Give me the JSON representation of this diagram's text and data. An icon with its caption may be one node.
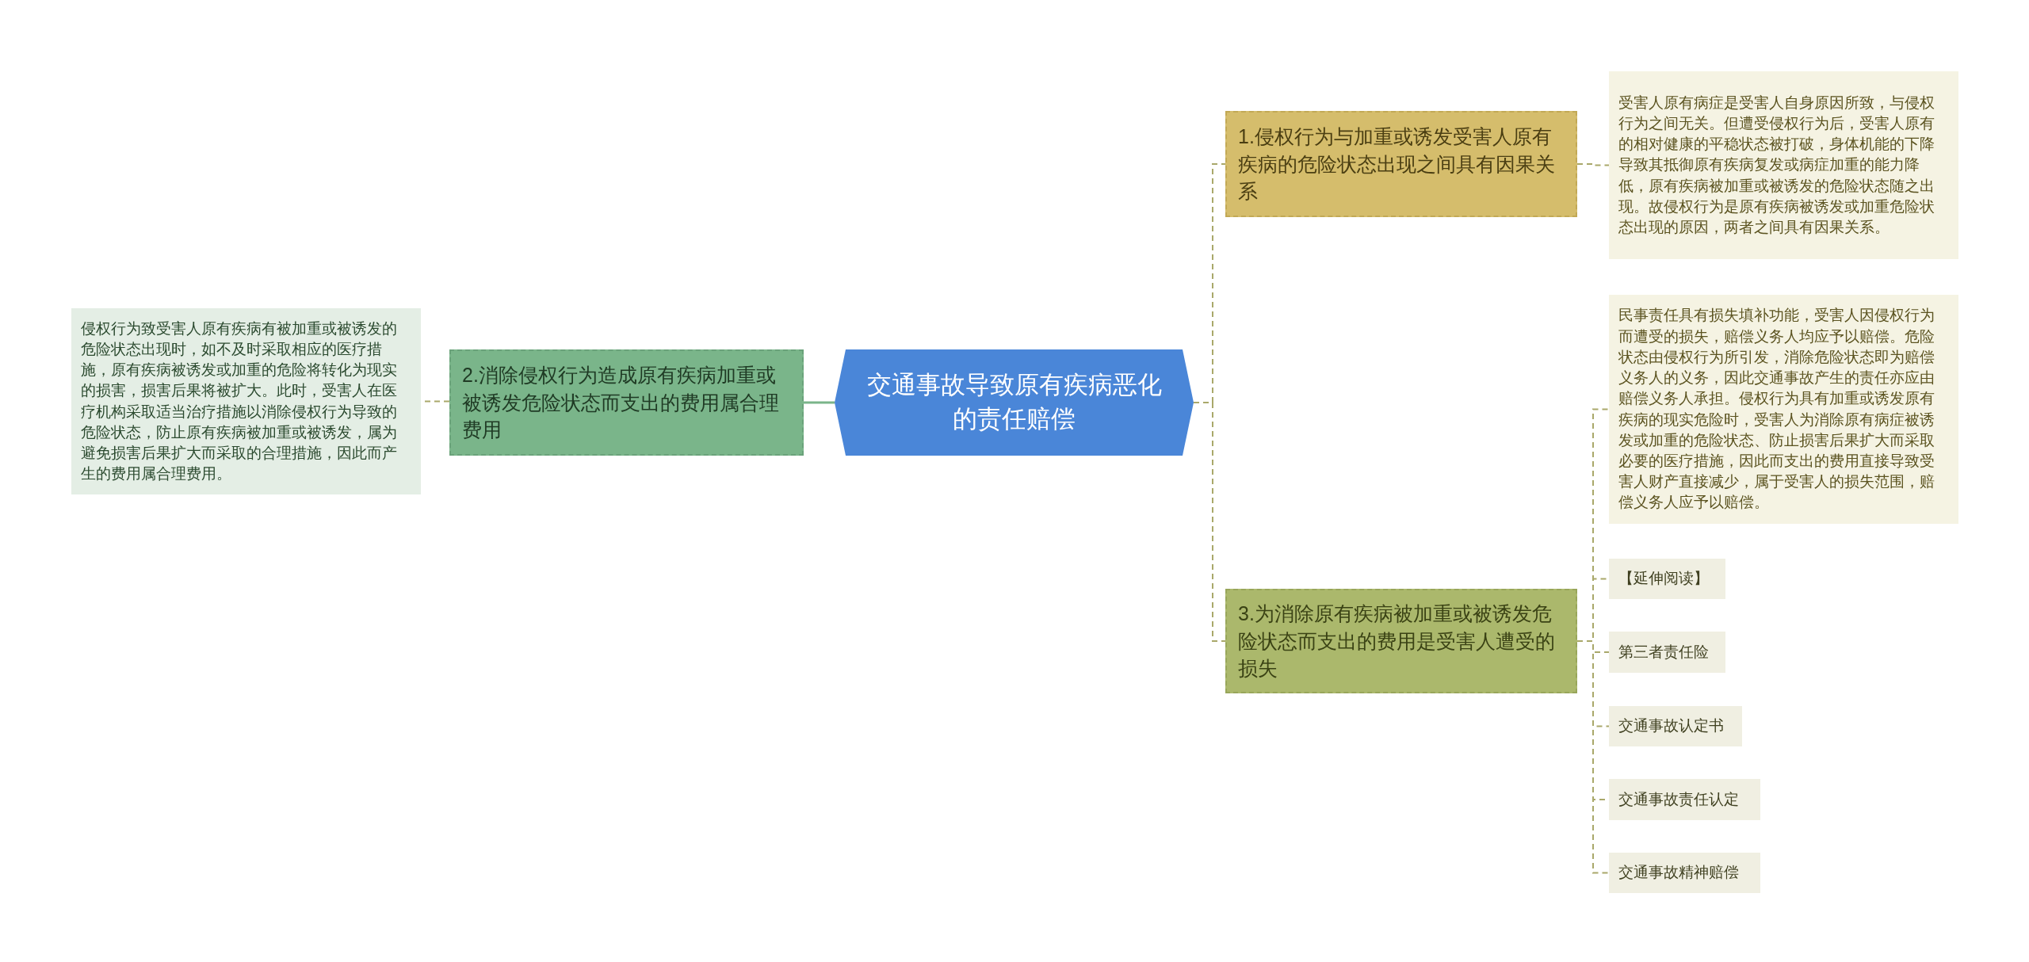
{
  "diagram": {
    "nodes": [
      {
        "text": [
          "交通事故导致原有疾病恶化的责任赔偿"
        ]
      },
      {
        "text": [
          "1.侵权行为与加重或诱发受害人原有疾病的危险状态出现之间具有因果关系"
        ]
      },
      {
        "text": [
          "受害人原有病症是受害人自身原因所致，与侵权行为之间无关。但遭受侵权行为后，受害人原有的相对健康的平稳状态被打破，身体机能的下降导致其抵御原有疾病复发或病症加重的能力降低，原有疾病被加重或被诱发的危险状态随之出现。故侵权行为是原有疾病被诱发或加重危险状态出现的原因，两者之间具有因果关系。"
        ]
      },
      {
        "text": [
          "2.消除侵权行为造成原有疾病加重或被诱发危险状态而支出的费用属合理费用"
        ]
      },
      {
        "text": [
          "侵权行为致受害人原有疾病有被加重或被诱发的危险状态出现时，如不及时采取相应的医疗措施，原有疾病被诱发或加重的危险将转化为现实的损害，损害后果将被扩大。此时，受害人在医疗机构采取适当治疗措施以消除侵权行为导致的危险状态，防止原有疾病被加重或被诱发，属为避免损害后果扩大而采取的合理措施，因此而产生的费用属合理费用。"
        ]
      },
      {
        "text": [
          "3.为消除原有疾病被加重或被诱发危险状态而支出的费用是受害人遭受的损失"
        ]
      },
      {
        "text": [
          "民事责任具有损失填补功能，受害人因侵权行为而遭受的损失，赔偿义务人均应予以赔偿。危险状态由侵权行为所引发，消除危险状态即为赔偿义务人的义务，因此交通事故产生的责任亦应由赔偿义务人承担。侵权行为具有加重或诱发原有疾病的现实危险时，受害人为消除原有病症被诱发或加重的危险状态、防止损害后果扩大而采取必要的医疗措施，因此而支出的费用直接导致受害人财产直接减少，属于受害人的损失范围，赔偿义务人应予以赔偿。"
        ]
      },
      {
        "text": [
          "【延伸阅读】"
        ]
      },
      {
        "text": [
          "第三者责任险"
        ]
      },
      {
        "text": [
          "交通事故认定书"
        ]
      },
      {
        "text": [
          "交通事故责任认定"
        ]
      },
      {
        "text": [
          "交通事故精神赔偿"
        ]
      }
    ],
    "edges": [
      {
        "from": 0,
        "to": 1,
        "arrow": "none",
        "style": "dashed"
      },
      {
        "from": 1,
        "to": 2,
        "arrow": "none",
        "style": "dashed"
      },
      {
        "from": 0,
        "to": 3,
        "arrow": "none",
        "color": "#7ab58a"
      },
      {
        "from": 3,
        "to": 4,
        "arrow": "none",
        "style": "dashed"
      },
      {
        "from": 0,
        "to": 5,
        "arrow": "none",
        "style": "dashed"
      },
      {
        "from": 5,
        "to": 6,
        "arrow": "none",
        "style": "dashed"
      },
      {
        "from": 5,
        "to": 7,
        "arrow": "none",
        "style": "dashed"
      },
      {
        "from": 5,
        "to": 8,
        "arrow": "none",
        "style": "dashed"
      },
      {
        "from": 5,
        "to": 9,
        "arrow": "none",
        "style": "dashed"
      },
      {
        "from": 5,
        "to": 10,
        "arrow": "none",
        "style": "dashed"
      },
      {
        "from": 5,
        "to": 11,
        "arrow": "none",
        "style": "dashed"
      }
    ]
  }
}
